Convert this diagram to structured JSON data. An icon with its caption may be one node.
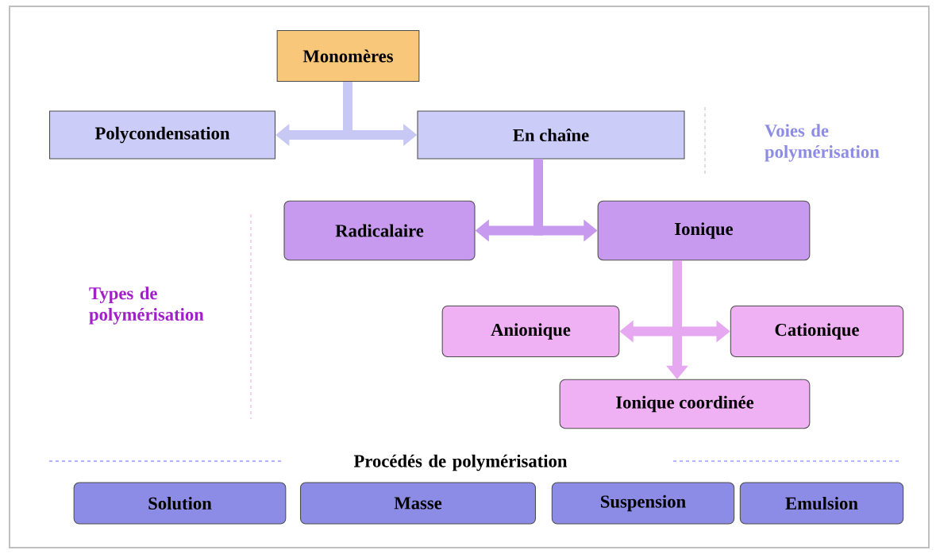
{
  "diagram": {
    "nodes": [
      {
        "text": [
          "Monomères"
        ]
      },
      {
        "text": [
          "Polycondensation"
        ]
      },
      {
        "text": [
          "En chaîne"
        ]
      },
      {
        "text": [
          "Radicalaire"
        ]
      },
      {
        "text": [
          "Ionique"
        ]
      },
      {
        "text": [
          "Anionique"
        ]
      },
      {
        "text": [
          "Cationique"
        ]
      },
      {
        "text": [
          "Ionique coordinée"
        ]
      },
      {
        "text": [
          "Solution"
        ]
      },
      {
        "text": [
          "Masse"
        ]
      },
      {
        "text": [
          "Suspension"
        ]
      },
      {
        "text": [
          "Emulsion"
        ]
      }
    ],
    "edges": [
      {
        "from": 0,
        "to": 1,
        "arrow": "to"
      },
      {
        "from": 0,
        "to": 2,
        "arrow": "to"
      },
      {
        "from": 2,
        "to": 3,
        "arrow": "to"
      },
      {
        "from": 2,
        "to": 4,
        "arrow": "to"
      },
      {
        "from": 4,
        "to": 5,
        "arrow": "to"
      },
      {
        "from": 4,
        "to": 6,
        "arrow": "to"
      },
      {
        "from": 4,
        "to": 7,
        "arrow": "to"
      }
    ],
    "labels": [
      "Voies de polymérisation",
      "Types de polymérisation",
      "Procédés de polymérisation"
    ]
  }
}
